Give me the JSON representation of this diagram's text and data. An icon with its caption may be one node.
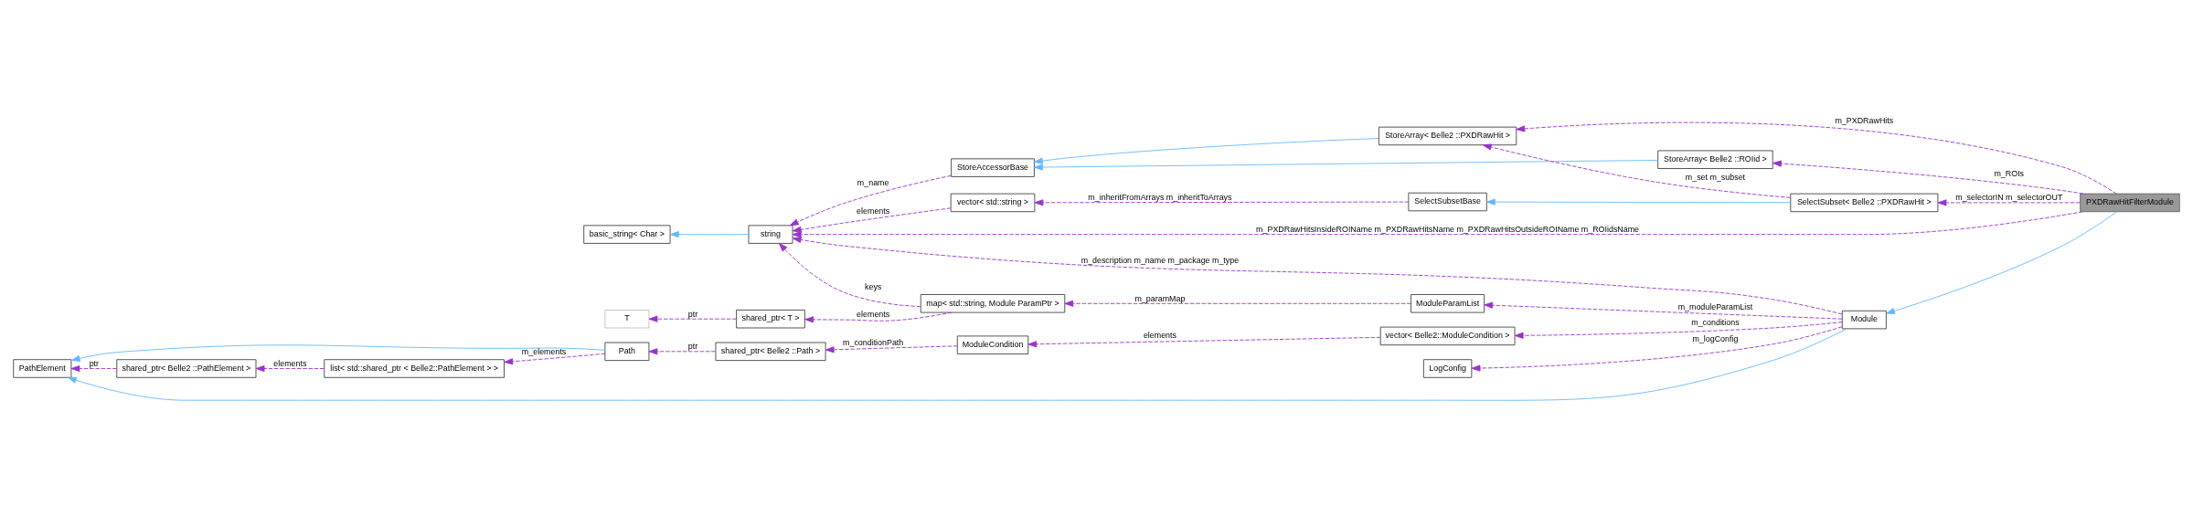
{
  "diagram": {
    "nodes": [
      {
        "text": [
          "PXDRawHitFilterModule"
        ]
      },
      {
        "text": [
          "StoreArray< Belle2 ::ROIid >"
        ]
      },
      {
        "text": [
          "StoreArray< Belle2 ::PXDRawHit >"
        ]
      },
      {
        "text": [
          "SelectSubset< Belle2 ::PXDRawHit >"
        ]
      },
      {
        "text": [
          "Module"
        ]
      },
      {
        "text": [
          "StoreAccessorBase"
        ]
      },
      {
        "text": [
          "SelectSubsetBase"
        ]
      },
      {
        "text": [
          "string"
        ]
      },
      {
        "text": [
          "vector< std::string >"
        ]
      },
      {
        "text": [
          "basic_string< Char >"
        ]
      },
      {
        "text": [
          "ModuleParamList"
        ]
      },
      {
        "text": [
          "LogConfig"
        ]
      },
      {
        "text": [
          "map< std::string, Module ParamPtr >"
        ]
      },
      {
        "text": [
          "shared_ptr< T >"
        ]
      },
      {
        "text": [
          "T"
        ]
      },
      {
        "text": [
          "PathElement"
        ]
      },
      {
        "text": [
          "shared_ptr< Belle2 ::PathElement >"
        ]
      },
      {
        "text": [
          "list< std::shared_ptr < Belle2::PathElement > >"
        ]
      },
      {
        "text": [
          "Path"
        ]
      },
      {
        "text": [
          "shared_ptr< Belle2 ::Path >"
        ]
      },
      {
        "text": [
          "ModuleCondition"
        ]
      },
      {
        "text": [
          "vector< Belle2::ModuleCondition >"
        ]
      }
    ],
    "edges": [
      {
        "from": 0,
        "to": 7,
        "arrow": "to",
        "style": "dashed",
        "label": "m_PXDRawHitsInsideROIName m_PXDRawHitsName m_PXDRawHitsOutsideROIName m_ROIidsName"
      },
      {
        "from": 1,
        "to": 5,
        "arrow": "to",
        "color": "#63b8ff"
      },
      {
        "from": 2,
        "to": 5,
        "arrow": "to",
        "color": "#63b8ff"
      },
      {
        "from": 0,
        "to": 1,
        "arrow": "to",
        "style": "dashed",
        "label": "m_ROIs"
      },
      {
        "from": 0,
        "to": 2,
        "arrow": "to",
        "style": "dashed",
        "label": "m_PXDRawHits"
      },
      {
        "from": 3,
        "to": 2,
        "arrow": "to",
        "style": "dashed",
        "label": "m_set m_subset"
      },
      {
        "from": 0,
        "to": 3,
        "arrow": "to",
        "style": "dashed",
        "label": "m_selectorIN m_selectorOUT"
      },
      {
        "from": 3,
        "to": 6,
        "arrow": "to",
        "color": "#63b8ff"
      },
      {
        "from": 0,
        "to": 4,
        "arrow": "to",
        "color": "#63b8ff"
      },
      {
        "from": 5,
        "to": 7,
        "arrow": "to",
        "style": "dashed",
        "label": "m_name"
      },
      {
        "from": 8,
        "to": 7,
        "arrow": "to",
        "style": "dashed",
        "label": "elements"
      },
      {
        "from": 6,
        "to": 8,
        "arrow": "to",
        "style": "dashed",
        "label": "m_inheritFromArrays m_inheritToArrays"
      },
      {
        "from": 7,
        "to": 9,
        "arrow": "to",
        "color": "#63b8ff"
      },
      {
        "from": 4,
        "to": 7,
        "arrow": "to",
        "style": "dashed",
        "label": "m_description m_name m_package m_type"
      },
      {
        "from": 12,
        "to": 7,
        "arrow": "to",
        "style": "dashed",
        "label": "keys"
      },
      {
        "from": 10,
        "to": 12,
        "arrow": "to",
        "style": "dashed",
        "label": "m_paramMap"
      },
      {
        "from": 12,
        "to": 13,
        "arrow": "to",
        "style": "dashed",
        "label": "elements"
      },
      {
        "from": 13,
        "to": 14,
        "arrow": "to",
        "style": "dashed",
        "label": "ptr"
      },
      {
        "from": 4,
        "to": 10,
        "arrow": "to",
        "style": "dashed",
        "label": "m_moduleParamList"
      },
      {
        "from": 4,
        "to": 11,
        "arrow": "to",
        "style": "dashed",
        "label": "m_logConfig"
      },
      {
        "from": 4,
        "to": 15,
        "arrow": "to",
        "color": "#63b8ff"
      },
      {
        "from": 4,
        "to": 21,
        "arrow": "to",
        "style": "dashed",
        "label": "m_conditions"
      },
      {
        "from": 21,
        "to": 20,
        "arrow": "to",
        "style": "dashed",
        "label": "elements"
      },
      {
        "from": 20,
        "to": 19,
        "arrow": "to",
        "style": "dashed",
        "label": "m_conditionPath"
      },
      {
        "from": 19,
        "to": 18,
        "arrow": "to",
        "style": "dashed",
        "label": "ptr"
      },
      {
        "from": 18,
        "to": 17,
        "arrow": "to",
        "style": "dashed",
        "label": "m_elements"
      },
      {
        "from": 18,
        "to": 15,
        "arrow": "to",
        "color": "#63b8ff"
      },
      {
        "from": 17,
        "to": 16,
        "arrow": "to",
        "style": "dashed",
        "label": "elements"
      },
      {
        "from": 16,
        "to": 15,
        "arrow": "to",
        "style": "dashed",
        "label": "ptr"
      }
    ]
  }
}
